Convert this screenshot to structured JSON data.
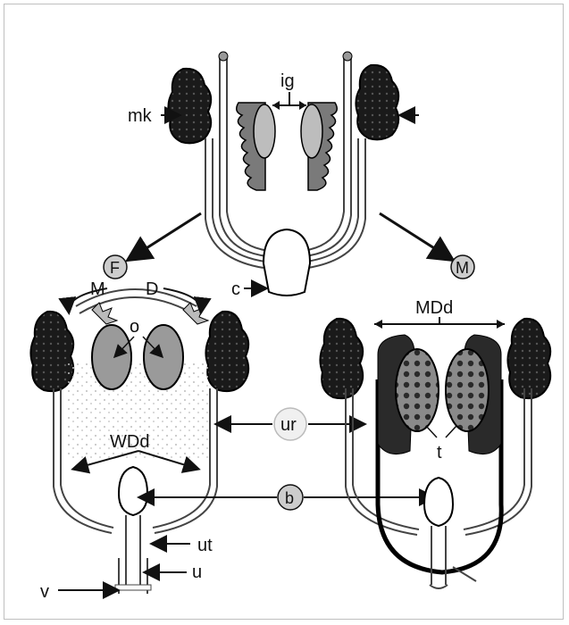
{
  "labels": {
    "mk": "mk",
    "ig": "ig",
    "F": "F",
    "M_circle": "M",
    "c": "c",
    "M": "M",
    "D": "D",
    "o": "o",
    "MDd": "MDd",
    "ur": "ur",
    "WDd": "WDd",
    "t": "t",
    "b": "b",
    "ut": "ut",
    "u": "u",
    "v": "v"
  },
  "colors": {
    "ink": "#111111",
    "kidney": "#1a1a1a",
    "gonad_fill": "#9a9a9a",
    "tube": "#ffffff",
    "stipple": "#c8c8c8"
  }
}
